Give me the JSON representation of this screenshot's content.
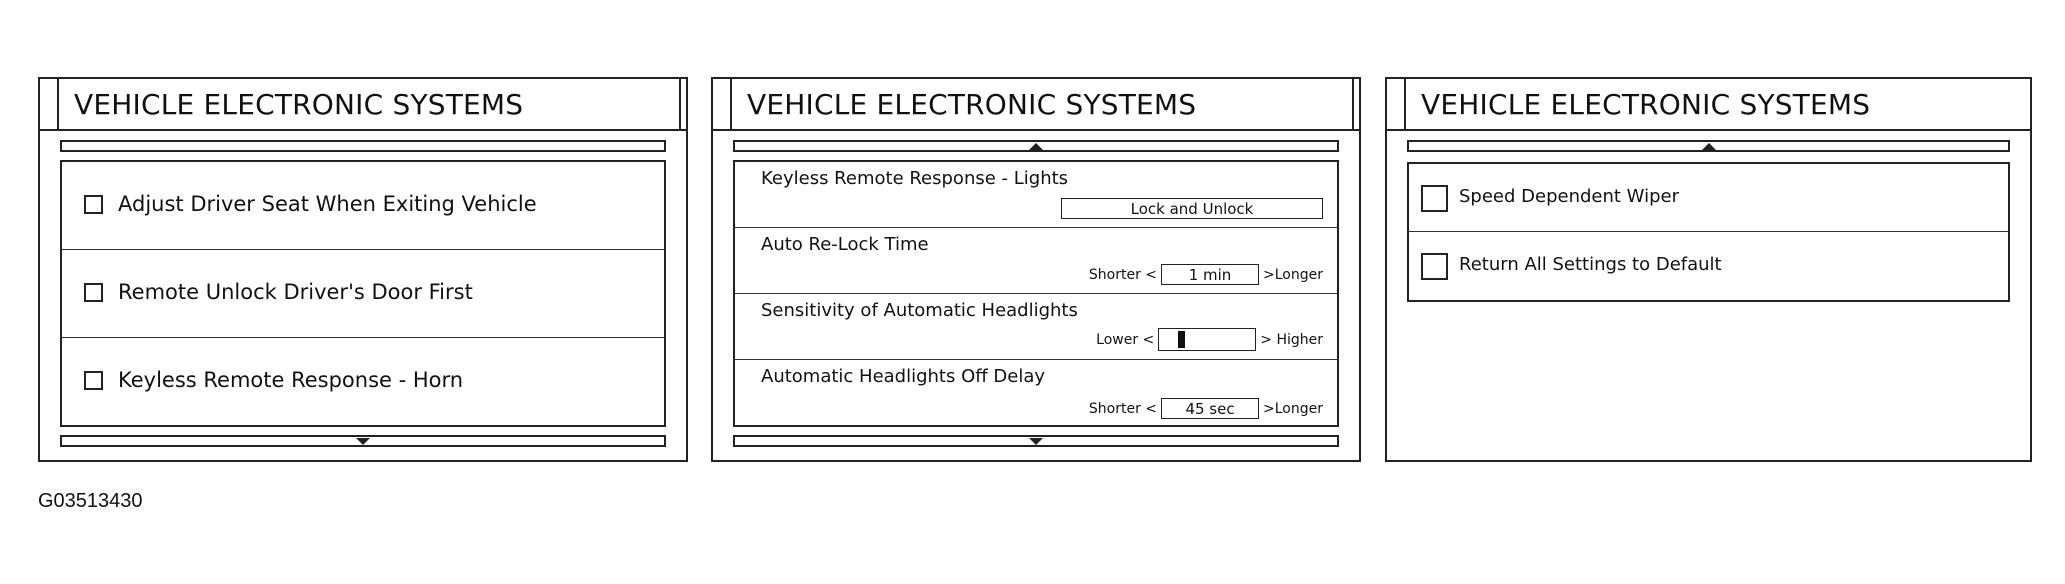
{
  "panel1": {
    "title": "VEHICLE ELECTRONIC SYSTEMS",
    "items": [
      {
        "label": "Adjust Driver Seat When Exiting Vehicle",
        "checked": false
      },
      {
        "label": "Remote Unlock Driver's Door First",
        "checked": false
      },
      {
        "label": "Keyless Remote Response - Horn",
        "checked": false
      }
    ]
  },
  "panel2": {
    "title": "VEHICLE ELECTRONIC SYSTEMS",
    "settings": [
      {
        "label": "Keyless Remote Response - Lights",
        "value": "Lock and Unlock"
      },
      {
        "label": "Auto Re-Lock Time",
        "min_label": "Shorter <",
        "value": "1 min",
        "max_label": ">Longer"
      },
      {
        "label": "Sensitivity of Automatic Headlights",
        "min_label": "Lower <",
        "max_label": "> Higher",
        "level": 0.2
      },
      {
        "label": "Automatic Headlights Off Delay",
        "min_label": "Shorter <",
        "value": "45 sec",
        "max_label": ">Longer"
      }
    ]
  },
  "panel3": {
    "title": "VEHICLE ELECTRONIC SYSTEMS",
    "items": [
      {
        "label": "Speed Dependent Wiper",
        "checked": false
      },
      {
        "label": "Return All Settings to Default",
        "checked": false
      }
    ]
  },
  "figure_code": "G03513430"
}
